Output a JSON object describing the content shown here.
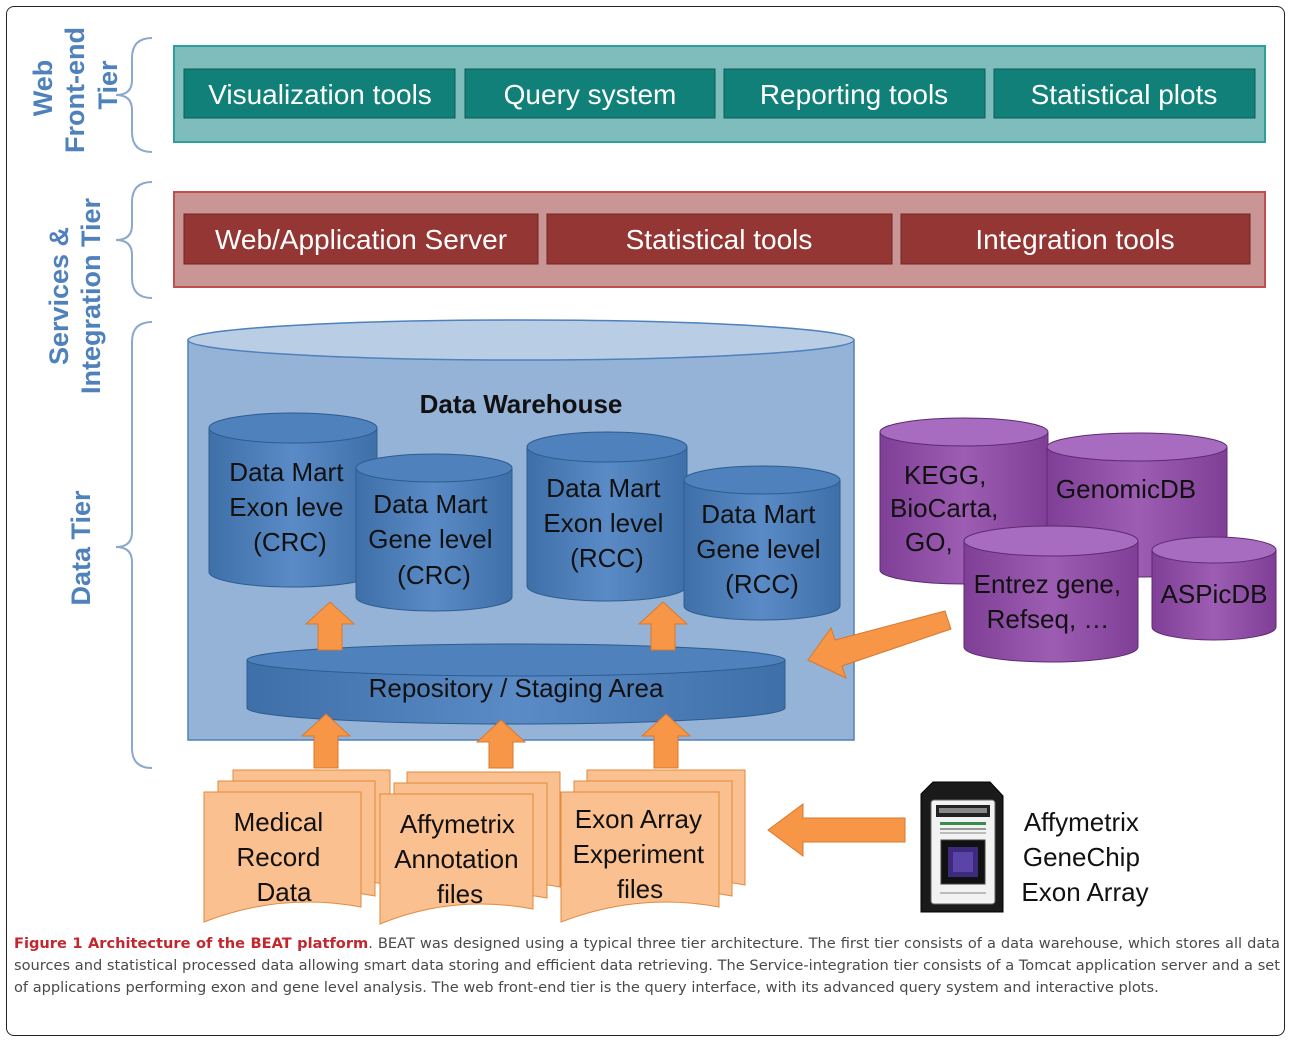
{
  "tiers": {
    "web": {
      "label_line1": "Web",
      "label_line2": "Front-end",
      "label_line3": "Tier"
    },
    "services": {
      "label_line1": "Services &",
      "label_line2": "Integration Tier"
    },
    "data": {
      "label": "Data Tier"
    }
  },
  "frontend_boxes": [
    "Visualization tools",
    "Query system",
    "Reporting tools",
    "Statistical plots"
  ],
  "service_boxes": [
    "Web/Application Server",
    "Statistical tools",
    "Integration tools"
  ],
  "warehouse": {
    "title": "Data Warehouse",
    "marts": [
      {
        "lines": [
          "Data Mart",
          "Exon leve",
          "(CRC)"
        ]
      },
      {
        "lines": [
          "Data Mart",
          "Gene level",
          "(CRC)"
        ]
      },
      {
        "lines": [
          "Data Mart",
          "Exon level",
          "(RCC)"
        ]
      },
      {
        "lines": [
          "Data Mart",
          "Gene level",
          "(RCC)"
        ]
      }
    ],
    "staging": "Repository / Staging Area"
  },
  "external_dbs": [
    {
      "lines": [
        "KEGG,",
        "BioCarta,",
        "GO,"
      ]
    },
    {
      "lines": [
        "GenomicDB"
      ]
    },
    {
      "lines": [
        "Entrez gene,",
        "Refseq, …"
      ]
    },
    {
      "lines": [
        "ASPicDB"
      ]
    }
  ],
  "files": [
    {
      "lines": [
        "Medical",
        "Record",
        "Data"
      ]
    },
    {
      "lines": [
        "Affymetrix",
        "Annotation",
        "files"
      ]
    },
    {
      "lines": [
        "Exon Array",
        "Experiment",
        "files"
      ]
    }
  ],
  "chip": {
    "lines": [
      "Affymetrix",
      "GeneChip",
      "Exon Array"
    ]
  },
  "caption": {
    "bold": "Figure 1 Architecture of the BEAT platform",
    "text": ". BEAT was designed using a typical three tier architecture. The first tier consists of a data warehouse, which stores all data sources and statistical processed data allowing smart data storing and efficient data retrieving. The Service-integration tier consists of a Tomcat application server and a set of applications performing exon and gene level analysis. The web front-end tier is the query interface, with its advanced query system and interactive plots."
  },
  "colors": {
    "tier_label": "#4f81bd",
    "frontend_panel": "#7fbcbc",
    "frontend_box": "#118079",
    "service_panel": "#c99695",
    "service_box": "#943634",
    "warehouse": "#95b3d7",
    "mart": "#4f81bd",
    "external_db": "#8e4fa3",
    "file": "#fac090",
    "arrow": "#f79646"
  }
}
